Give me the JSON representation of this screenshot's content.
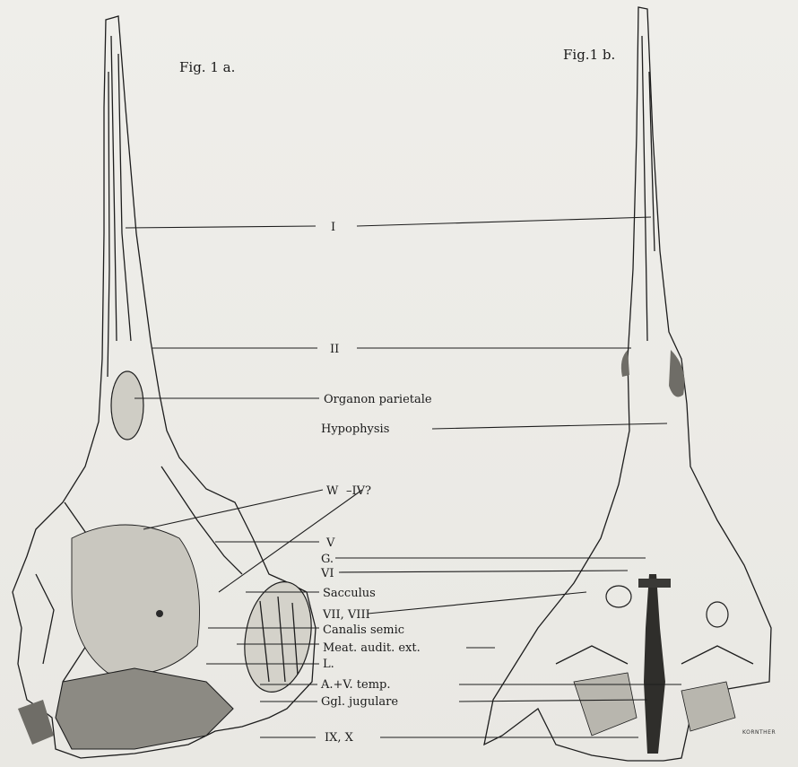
{
  "figures": {
    "left": "Fig. 1 a.",
    "right": "Fig.1 b."
  },
  "labels": {
    "I": "I",
    "II": "II",
    "organon": "Organon parietale",
    "hypophysis": "Hypophysis",
    "w": "W",
    "iv": "–IV?",
    "V": "V",
    "G": "G.",
    "VI": "VI",
    "sacculus": "Sacculus",
    "vii": "VII, VIII",
    "canalis": "Canalis semic",
    "meatus": "Meat. audit. ext.",
    "L": "L.",
    "avtemp": "A.+V. temp.",
    "ggl": "Ggl. jugulare",
    "ix": "IX, X"
  },
  "signature": "KORNTHER"
}
